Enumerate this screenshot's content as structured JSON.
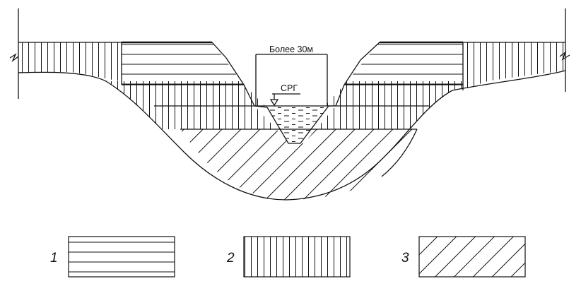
{
  "annotations": {
    "width_label": "Более 30м",
    "water_level_label": "СРГ"
  },
  "legend": [
    {
      "number": "1",
      "pattern": "horizontal-hatch"
    },
    {
      "number": "2",
      "pattern": "vertical-hatch"
    },
    {
      "number": "3",
      "pattern": "diagonal-hatch"
    }
  ],
  "colors": {
    "line": "#111111",
    "background": "#ffffff"
  }
}
